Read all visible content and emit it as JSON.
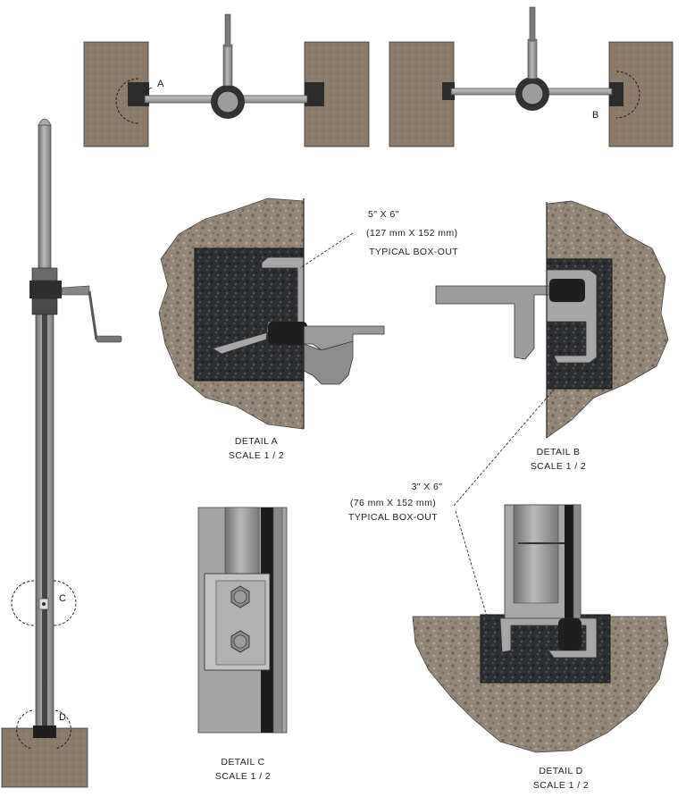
{
  "callouts": {
    "a": "A",
    "b": "B",
    "c": "C",
    "d": "D"
  },
  "box_out_large": {
    "line1": "5\" X 6\"",
    "line2": "(127 mm X 152 mm)",
    "line3": "TYPICAL BOX-OUT"
  },
  "box_out_small": {
    "line1": "3\" X 6\"",
    "line2": "(76 mm X 152 mm)",
    "line3": "TYPICAL BOX-OUT"
  },
  "details": [
    {
      "title": "DETAIL  A",
      "scale": "SCALE 1 / 2"
    },
    {
      "title": "DETAIL  B",
      "scale": "SCALE 1 / 2"
    },
    {
      "title": "DETAIL  C",
      "scale": "SCALE 1 / 2"
    },
    {
      "title": "DETAIL  D",
      "scale": "SCALE 1 / 2"
    }
  ],
  "colors": {
    "concrete": "#8a7a6a",
    "grout": "#2b2d30",
    "steel": "#9a9a9a",
    "steel_dark": "#5e5e5e"
  }
}
